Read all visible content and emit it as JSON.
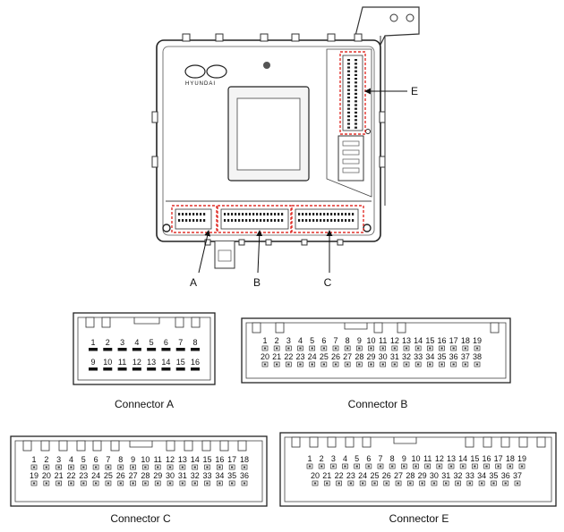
{
  "module": {
    "brand_text": "HYUNDAI",
    "accent_color": "#e0302a",
    "callouts": [
      "A",
      "B",
      "C",
      "E"
    ]
  },
  "connectors": [
    {
      "id": "A",
      "caption": "Connector A",
      "rows": [
        [
          "1",
          "2",
          "3",
          "4",
          "5",
          "6",
          "7",
          "8"
        ],
        [
          "9",
          "10",
          "11",
          "12",
          "13",
          "14",
          "15",
          "16"
        ]
      ]
    },
    {
      "id": "B",
      "caption": "Connector B",
      "rows": [
        [
          "1",
          "2",
          "3",
          "4",
          "5",
          "6",
          "7",
          "8",
          "9",
          "10",
          "11",
          "12",
          "13",
          "14",
          "15",
          "16",
          "17",
          "18",
          "19"
        ],
        [
          "20",
          "21",
          "22",
          "23",
          "24",
          "25",
          "26",
          "27",
          "28",
          "29",
          "30",
          "31",
          "32",
          "33",
          "34",
          "35",
          "36",
          "37",
          "38"
        ]
      ]
    },
    {
      "id": "C",
      "caption": "Connector C",
      "rows": [
        [
          "1",
          "2",
          "3",
          "4",
          "5",
          "6",
          "7",
          "8",
          "9",
          "10",
          "11",
          "12",
          "13",
          "14",
          "15",
          "16",
          "17",
          "18"
        ],
        [
          "19",
          "20",
          "21",
          "22",
          "23",
          "24",
          "25",
          "26",
          "27",
          "28",
          "29",
          "30",
          "31",
          "32",
          "33",
          "34",
          "35",
          "36"
        ]
      ]
    },
    {
      "id": "E",
      "caption": "Connector E",
      "rows": [
        [
          "1",
          "2",
          "3",
          "4",
          "5",
          "6",
          "7",
          "8",
          "9",
          "10",
          "11",
          "12",
          "13",
          "14",
          "15",
          "16",
          "17",
          "18",
          "19"
        ],
        [
          "20",
          "21",
          "22",
          "23",
          "24",
          "25",
          "26",
          "27",
          "28",
          "29",
          "30",
          "31",
          "32",
          "33",
          "34",
          "35",
          "36",
          "37"
        ]
      ]
    }
  ]
}
